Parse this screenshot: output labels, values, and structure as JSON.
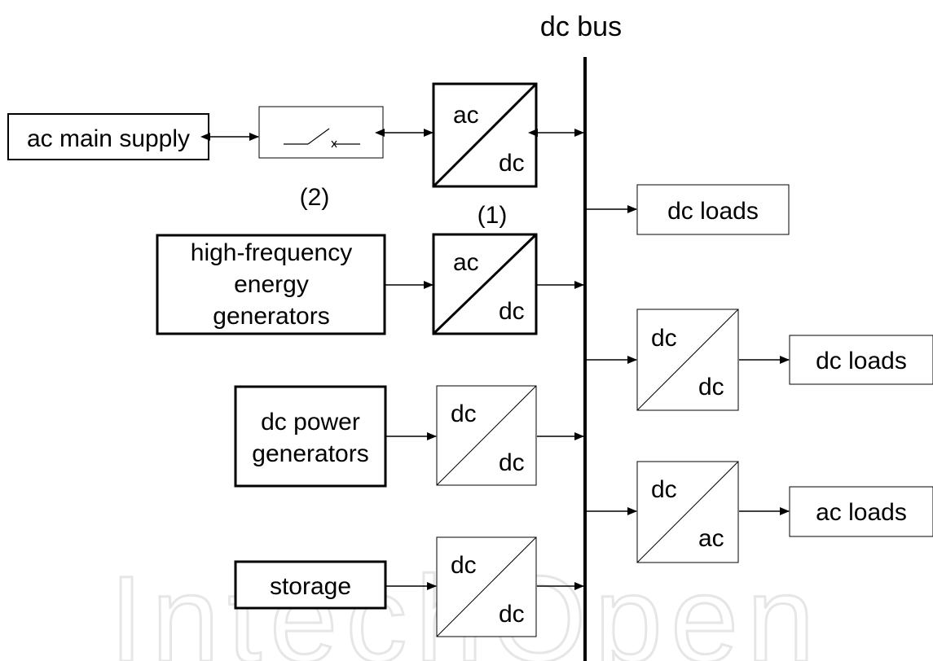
{
  "bus": {
    "label": "dc bus"
  },
  "sources": {
    "ac_main": "ac main supply",
    "hf_generators": [
      "high-frequency",
      "energy",
      "generators"
    ],
    "dc_generators": [
      "dc power",
      "generators"
    ],
    "storage": "storage"
  },
  "switch": {
    "label": "(2)"
  },
  "converters": {
    "main": {
      "top": "ac",
      "bottom": "dc",
      "label": "(1)"
    },
    "hf": {
      "top": "ac",
      "bottom": "dc"
    },
    "dcgen": {
      "top": "dc",
      "bottom": "dc"
    },
    "storage": {
      "top": "dc",
      "bottom": "dc"
    },
    "load_dcdc": {
      "top": "dc",
      "bottom": "dc"
    },
    "load_dcac": {
      "top": "dc",
      "bottom": "ac"
    }
  },
  "loads": {
    "direct": "dc loads",
    "via_dcdc": "dc loads",
    "via_dcac": "ac loads"
  },
  "watermark": "IntechOpen",
  "colors": {
    "line": "#000000",
    "watermark": "#e6e6e6",
    "background": "#ffffff"
  }
}
